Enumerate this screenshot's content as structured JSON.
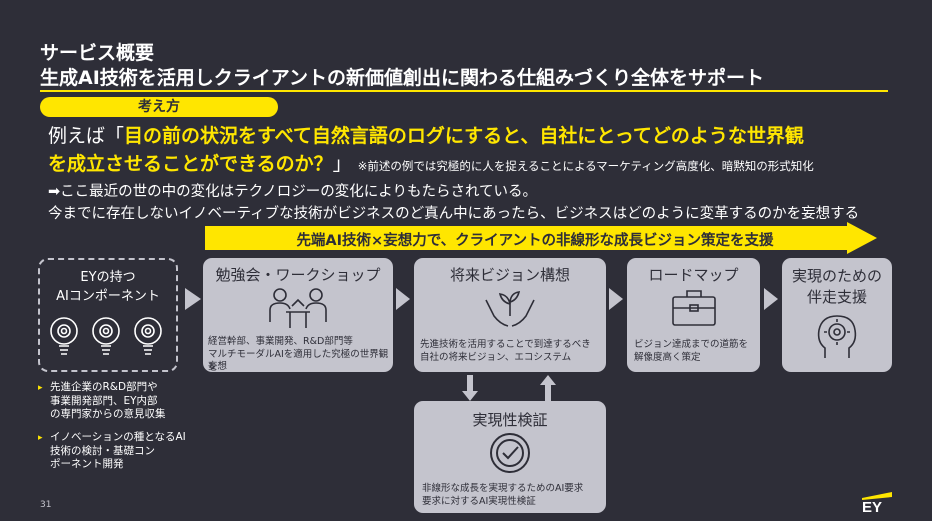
{
  "header": {
    "title_line1": "サービス概要",
    "title_line2": "生成AI技術を活用しクライアントの新価値創出に関わる仕組みづくり全体をサポート",
    "pill_label": "考え方"
  },
  "example": {
    "prefix": "例えば「",
    "highlight1": "目の前の状況をすべて自然言語のログにすると、自社にとってどのような世界観",
    "highlight2": "を成立させることができるのか？",
    "suffix": "」",
    "note": "※前述の例では究極的に人を捉えることによるマーケティング高度化、暗黙知の形式知化"
  },
  "body": {
    "line3": "➡ここ最近の世の中の変化はテクノロジーの変化によりもたらされている。",
    "line4": "今までに存在しないイノベーティブな技術がビジネスのど真ん中にあったら、ビジネスはどのように変革するのかを妄想する"
  },
  "banner": {
    "text": "先端AI技術×妄想力で、クライアントの非線形な成長ビジョン策定を支援",
    "color": "#ffe600"
  },
  "left_box": {
    "title_line1": "EYの持つ",
    "title_line2": "AIコンポーネント",
    "bullets": [
      {
        "l1": "先進企業のR&D部門や",
        "l2": "事業開発部門、EY内部",
        "l3": "の専門家からの意見収集"
      },
      {
        "l1": "イノベーションの種となるAI",
        "l2": "技術の検討・基礎コン",
        "l3": "ポーネント開発"
      }
    ]
  },
  "cards": {
    "workshop": {
      "title": "勉強会・ワークショップ",
      "desc1": "経営幹部、事業開発、R&D部門等",
      "desc2": "マルチモーダルAIを適用した究極の世界観を",
      "desc3": "妄想"
    },
    "vision": {
      "title": "将来ビジョン構想",
      "desc1": "先進技術を活用することで到達するべき",
      "desc2": "自社の将来ビジョン、エコシステム"
    },
    "roadmap": {
      "title": "ロードマップ",
      "desc1": "ビジョン達成までの道筋を",
      "desc2": "解像度高く策定"
    },
    "support": {
      "title1": "実現のための",
      "title2": "伴走支援"
    },
    "feasibility": {
      "title": "実現性検証",
      "desc1": "非線形な成長を実現するためのAI要求",
      "desc2": "要求に対するAI実現性検証"
    }
  },
  "footer": {
    "page_number": "31",
    "logo_text": "EY"
  },
  "colors": {
    "background": "#2e2e38",
    "accent": "#ffe600",
    "card": "#c4c4cd"
  },
  "icons": [
    "gear-bulb-icon",
    "meeting-people-icon",
    "hands-plant-icon",
    "briefcase-icon",
    "head-gear-icon",
    "check-badge-icon"
  ]
}
